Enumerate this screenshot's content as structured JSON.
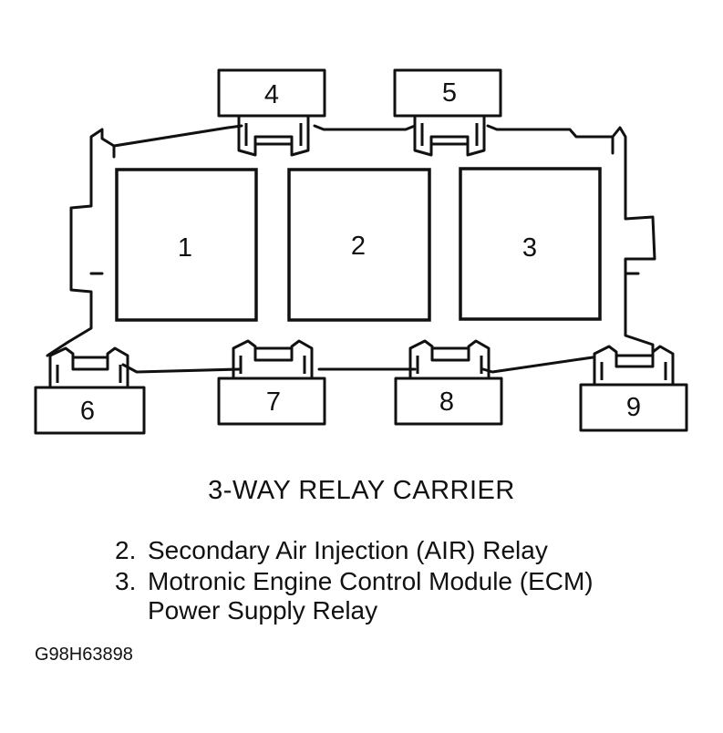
{
  "diagram": {
    "relay_labels": [
      "1",
      "2",
      "3"
    ],
    "connector_labels": [
      "4",
      "5",
      "6",
      "7",
      "8",
      "9"
    ]
  },
  "caption": "3-WAY RELAY CARRIER",
  "legend": [
    {
      "number": "2.",
      "text": "Secondary Air Injection (AIR) Relay"
    },
    {
      "number": "3.",
      "text": "Motronic Engine Control Module (ECM)",
      "continuation": "Power Supply Relay"
    }
  ],
  "figure_code": "G98H63898"
}
